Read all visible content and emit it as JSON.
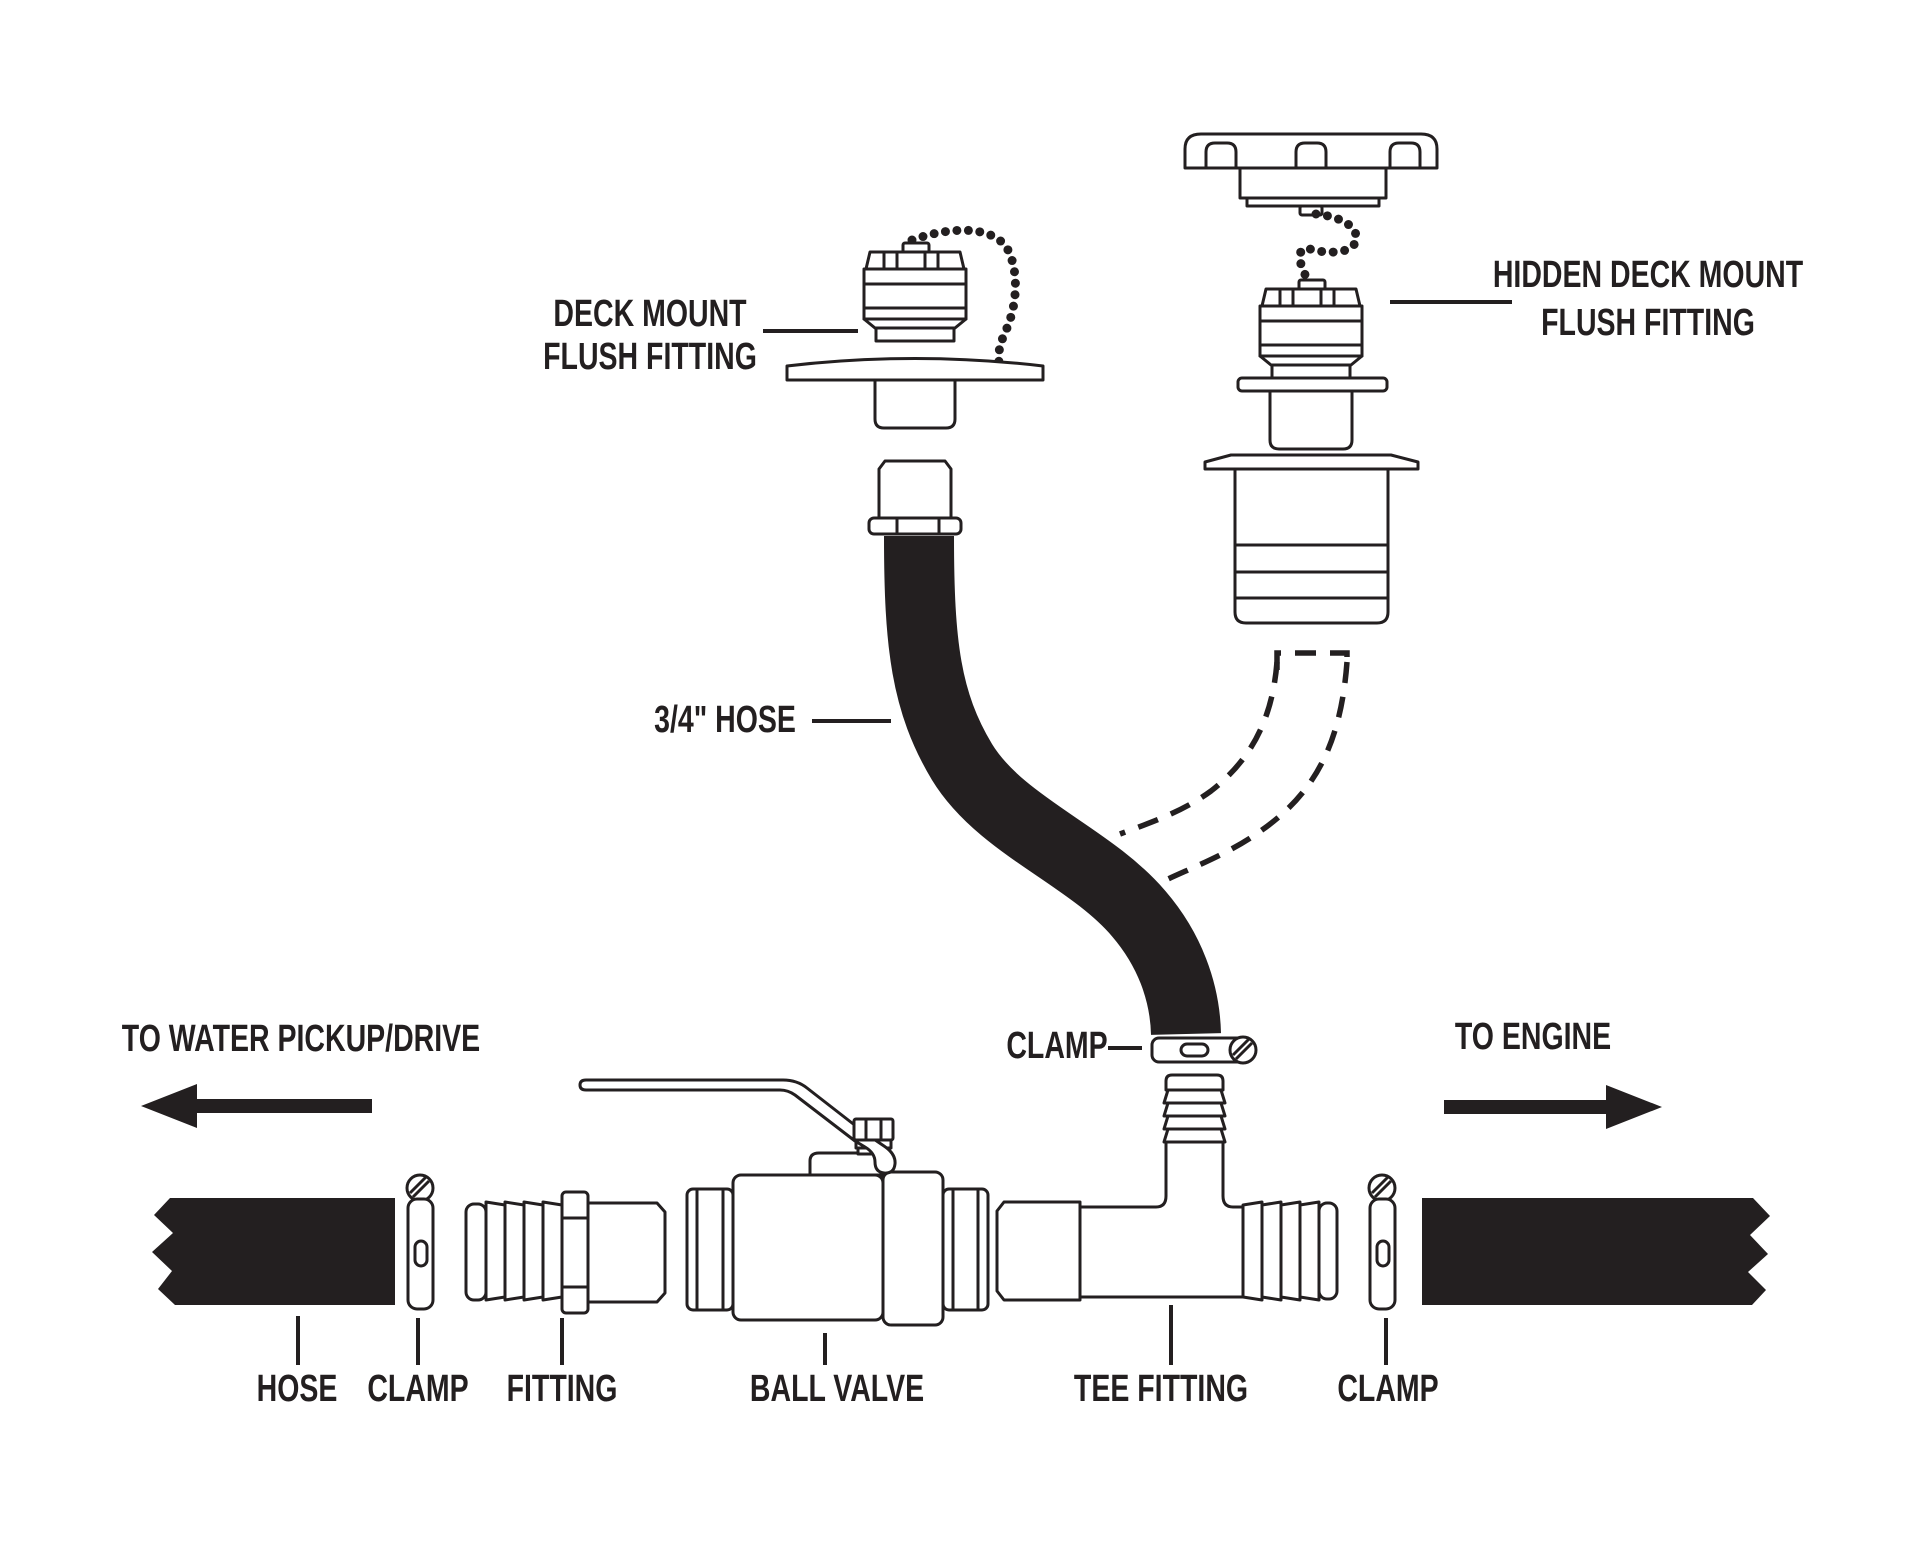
{
  "diagram": {
    "colors": {
      "ink": "#231f20",
      "background": "#ffffff"
    },
    "labels": {
      "deck_mount": {
        "line1": "DECK MOUNT",
        "line2": "FLUSH FITTING"
      },
      "hidden_deck_mount": {
        "line1": "HIDDEN DECK MOUNT",
        "line2": "FLUSH FITTING"
      },
      "hose_34": "3/4\" HOSE",
      "clamp_mid": "CLAMP",
      "to_water": "TO WATER PICKUP/DRIVE",
      "to_engine": "TO ENGINE",
      "hose": "HOSE",
      "clamp_left": "CLAMP",
      "fitting": "FITTING",
      "ball_valve": "BALL VALVE",
      "tee_fitting": "TEE FITTING",
      "clamp_right": "CLAMP"
    }
  }
}
